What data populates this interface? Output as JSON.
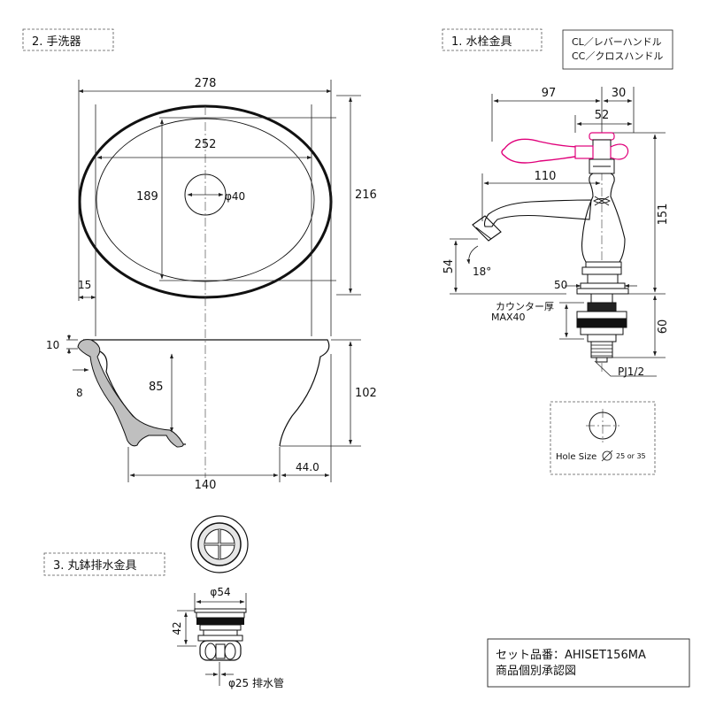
{
  "sections": {
    "basin": "2. 手洗器",
    "faucet": "1. 水栓金具",
    "drain": "3. 丸鉢排水金具"
  },
  "handle_legend": {
    "lever": "CL／レバーハンドル",
    "cross": "CC／クロスハンドル",
    "lever_color": "#e0007a"
  },
  "basin_dims": {
    "overall_width": "278",
    "inner_width": "252",
    "depth_inner": "189",
    "hole": "φ40",
    "overall_depth": "216",
    "rim_offset": "15",
    "rim_thickness": "10",
    "wall": "8",
    "bowl_depth": "85",
    "height": "102",
    "bottom_width": "140",
    "side_offset": "44.0"
  },
  "faucet_dims": {
    "reach_left": "97",
    "reach_right": "30",
    "handle": "52",
    "spout": "110",
    "height": "151",
    "spout_height": "54",
    "angle": "18°",
    "base": "50",
    "counter": "カウンター厚",
    "counter_max": "MAX40",
    "shank": "60",
    "thread": "PJ1/2",
    "hole_size": "Hole Size",
    "hole_size_values": "25 or 35"
  },
  "drain_dims": {
    "diameter": "φ54",
    "height": "42",
    "pipe": "φ25 排水管"
  },
  "set_info": {
    "line1": "セット品番：AHISET156MA",
    "line2": "商品個別承認図"
  }
}
